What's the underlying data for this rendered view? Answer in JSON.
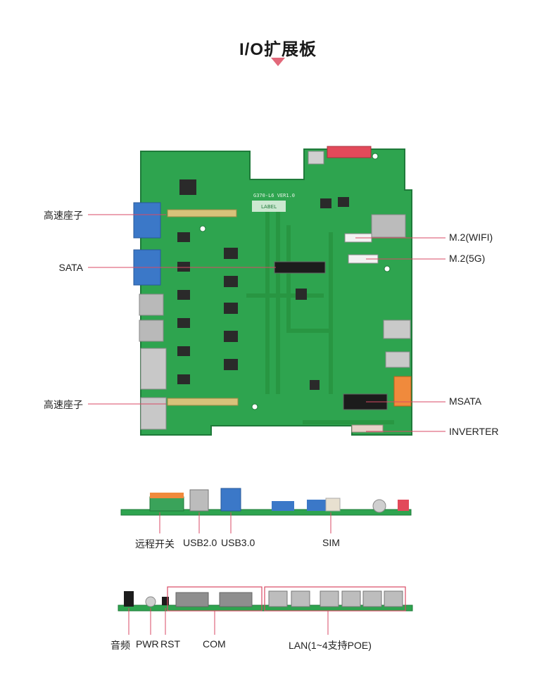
{
  "title": "I/O扩展板",
  "colors": {
    "accent": "#e2687a",
    "pcb_green": "#2ea44f",
    "pcb_dark": "#1f7a3a",
    "leader_line": "#d94a64"
  },
  "main_board": {
    "silkscreen": "G370-L6 VER1.0",
    "label_text": "LABEL",
    "callouts_left": [
      "高速座子",
      "SATA",
      "高速座子"
    ],
    "callouts_right": [
      "M.2(WIFI)",
      "M.2(5G)",
      "MSATA",
      "INVERTER"
    ]
  },
  "side_view_1": {
    "labels": [
      "远程开关",
      "USB2.0",
      "USB3.0",
      "SIM"
    ]
  },
  "side_view_2": {
    "labels": [
      "音频",
      "PWR",
      "RST",
      "COM",
      "LAN(1~4支持POE)"
    ]
  }
}
